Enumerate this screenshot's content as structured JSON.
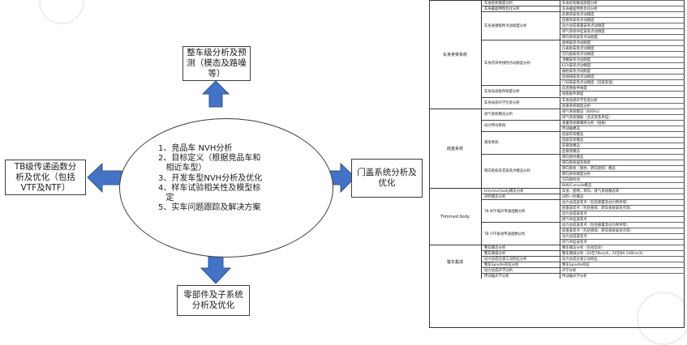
{
  "diagram": {
    "top_box": "整车级分析及预\n测（模态及路噪\n等）",
    "left_box": "TB级传递函数分\n析及优化（包括\nVTF及NTF）",
    "right_box": "门盖系统分析及\n优化",
    "bottom_box": "零部件及子系统\n分析及优化",
    "center_items": [
      "1、竞品车 NVH分析",
      "2、目标定义（根据竞品车和\n   相近车型）",
      "3、开发车型NVH分析及优化",
      "4、样车试验相关性及模型标\n   定",
      "5、实车问题跟踪及解决方案"
    ],
    "colors": {
      "arrow": "#4472c4",
      "arrow_dark": "#2f5597"
    }
  },
  "table": {
    "sections": [
      {
        "category": "车身骨架系统",
        "groups": [
          {
            "label": "车身结构刚度分析",
            "rows": [
              "车身结构静态刚度分析"
            ]
          },
          {
            "label": "车身截面特性优化分析",
            "rows": [
              "车身截面特性优化分析"
            ]
          },
          {
            "label": "车身关键接附点动刚度分析",
            "rows": [
              "前悬架安装点动刚度",
              "后悬架安装点动刚度",
              "动力总成悬置安装点动刚度",
              "排气系统吊挂安装点动刚度",
              "转向系统安装点动刚度"
            ]
          },
          {
            "label": "车身内饰件接附点动刚度分析",
            "rows": [
              "座椅安装点动刚度",
              "仪表板安装点动刚度",
              "方向盘安装点动刚度",
              "顶棚安装点动刚度",
              "ECU安装点动刚度",
              "备胎安装点动刚度",
              "后视镜安装点动刚度",
              "门铰链安装点动刚度（铰链及锁）"
            ]
          },
          {
            "label": "车身局部板件刚度分析",
            "rows": [
              "前后围板件刚度",
              "地板板件刚度"
            ]
          },
          {
            "label": "车身局部声学包装分析",
            "rows": [
              "车身局部声学包装分析",
              "底盘系统刚度分析"
            ]
          }
        ]
      },
      {
        "category": "底盘系统",
        "groups": [
          {
            "label": "排气系统模态分析",
            "rows": [
              "排气系统模态（600Hz）",
              "排气系统隔振（含支架及吊挂）"
            ]
          },
          {
            "label": "动力传动系统",
            "rows": [
              "悬置系统解耦率分析（扭振）",
              "传动轴模态"
            ]
          },
          {
            "label": "悬架系统",
            "rows": [
              "前副车架模态",
              "后副车架模态",
              "前悬架模态",
              "后悬架模态"
            ]
          },
          {
            "label": "转向系统及其安装点模态分析",
            "rows": [
              "转向管柱模态",
              "转向系统固有频率",
              "转向系统（管柱、转向盘等）模态",
              "转向系统刚度分析",
              "方向盘抖动",
              "BIW/Console模态"
            ]
          }
        ]
      },
      {
        "category": "Trimmed body",
        "groups": [
          {
            "label": "trimmed body模态分析",
            "rows": [
              "车身、座椅、转向、排气系统模态等"
            ]
          },
          {
            "label": "声腔模态分析",
            "rows": [
              "声腔一阶模态"
            ]
          },
          {
            "label": "TB NTF噪声传递函数分析",
            "rows": [
              "动力总成安装点（包括悬置及动力附件等）",
              "底盘安装点（包括悬架、转向系统安装点等）",
              "动力总成安装点",
              "排气吊挂安装点"
            ]
          },
          {
            "label": "TB VTF振动传递函数分析",
            "rows": [
              "动力总成安装点（包括悬置及动力附件等）",
              "底盘安装点（包括悬架、转向系统安装点等）",
              "动力总成安装点",
              "排气吊挂安装点"
            ]
          }
        ]
      },
      {
        "category": "整车集成",
        "groups": [
          {
            "label": "整车模态分析",
            "rows": [
              "整车模态分析（包括车轮）"
            ]
          },
          {
            "label": "整车路噪分析",
            "rows": [
              "整车路噪分析（20至70km/h，20至80-100km/h）"
            ]
          },
          {
            "label": "动力总成怠速工况响应分析",
            "rows": [
              "动力总成怠速工况响应"
            ]
          },
          {
            "label": "整车Spindle响应分析",
            "rows": [
              "整车Spindle响应"
            ]
          },
          {
            "label": "动力总成声学分析",
            "rows": [
              "声学分析"
            ]
          },
          {
            "label": "传动轴声学分析",
            "rows": [
              "传动轴声学分析"
            ]
          }
        ]
      }
    ]
  }
}
